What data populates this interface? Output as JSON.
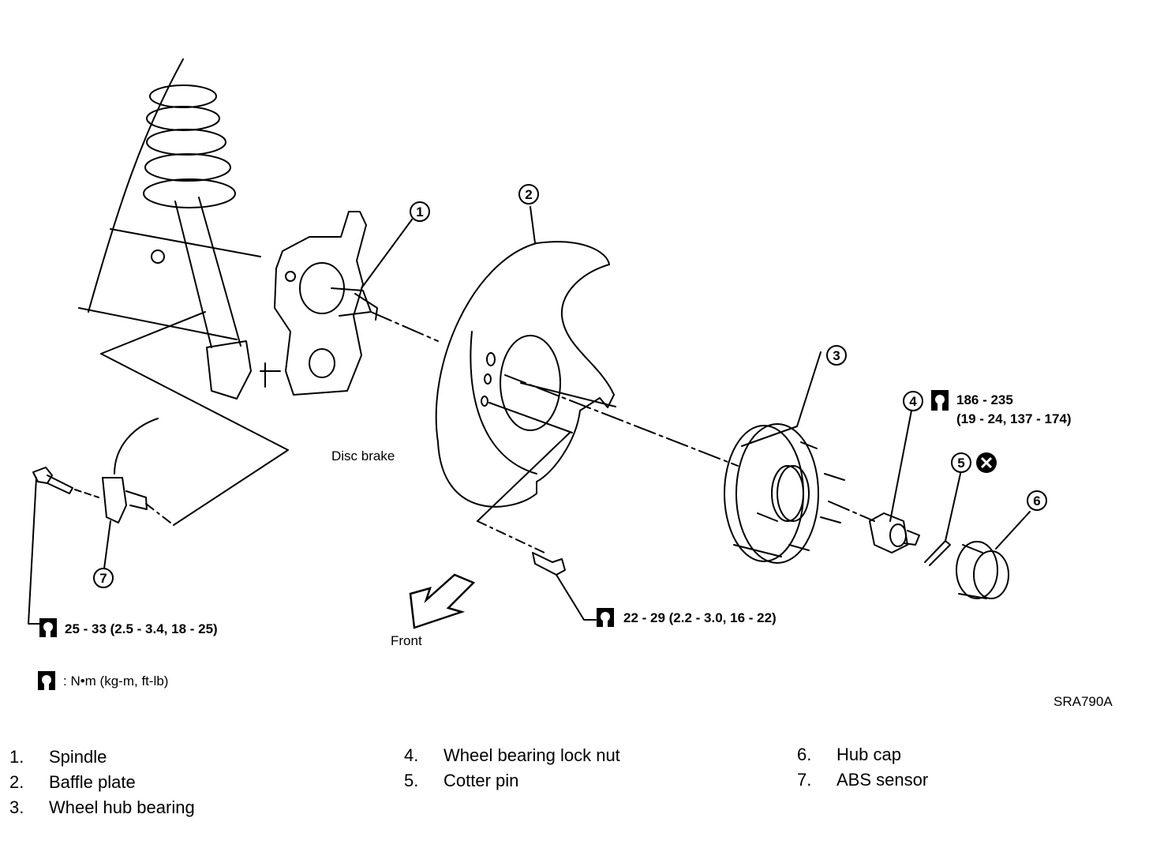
{
  "figure_code": "SRA790A",
  "torque_unit_legend": ": N•m (kg-m, ft-lb)",
  "labels": {
    "disc_brake": "Disc brake",
    "front": "Front"
  },
  "torque_specs": {
    "abs_sensor_bolt": "25 - 33 (2.5 - 3.4, 18 - 25)",
    "baffle_plate_bolt": "22 - 29 (2.2 - 3.0, 16 - 22)",
    "lock_nut_line1": "186 - 235",
    "lock_nut_line2": "(19 - 24, 137 - 174)"
  },
  "callouts": [
    "1",
    "2",
    "3",
    "4",
    "5",
    "6",
    "7"
  ],
  "parts": [
    {
      "num": "1.",
      "name": "Spindle"
    },
    {
      "num": "2.",
      "name": "Baffle plate"
    },
    {
      "num": "3.",
      "name": "Wheel hub bearing"
    },
    {
      "num": "4.",
      "name": "Wheel bearing lock nut"
    },
    {
      "num": "5.",
      "name": "Cotter pin"
    },
    {
      "num": "6.",
      "name": "Hub cap"
    },
    {
      "num": "7.",
      "name": "ABS sensor"
    }
  ],
  "icons": {
    "torque": "torque-wrench-icon",
    "replace": "do-not-reuse-icon",
    "front_arrow": "front-direction-arrow-icon"
  }
}
